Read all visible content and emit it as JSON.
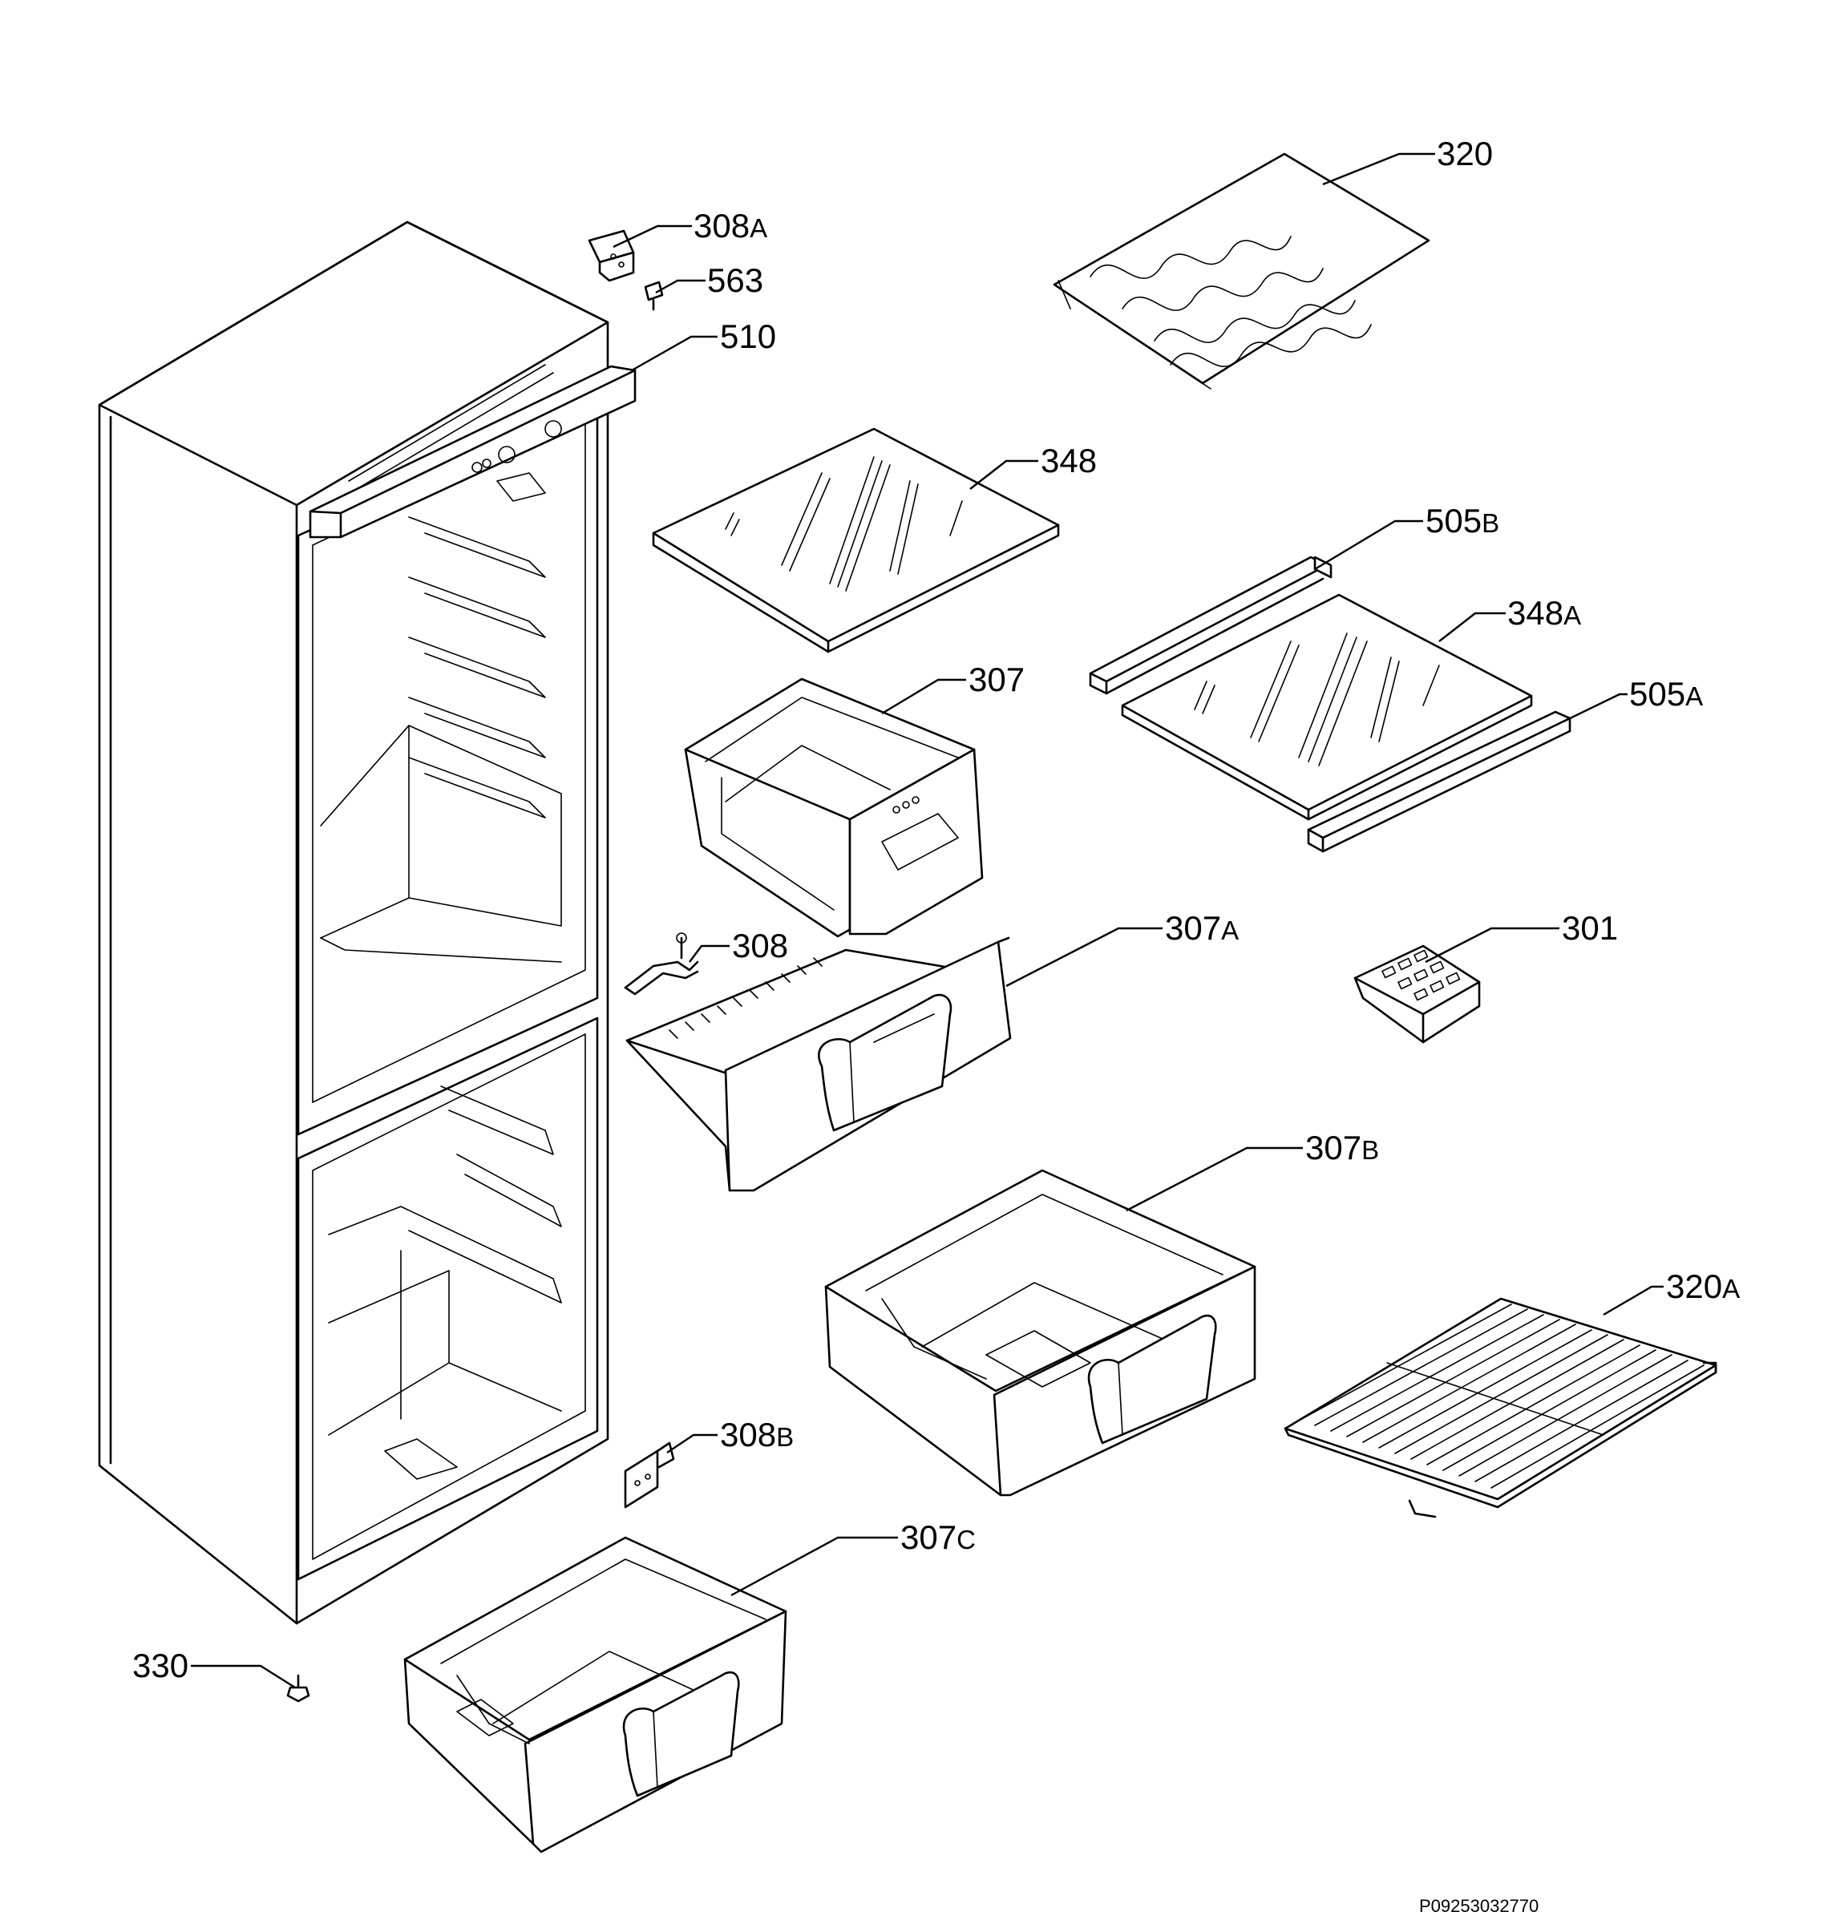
{
  "diagram": {
    "reference_code": "P09253032770",
    "labels": {
      "308A": {
        "num": "308",
        "suffix": "A"
      },
      "563": {
        "num": "563",
        "suffix": ""
      },
      "510": {
        "num": "510",
        "suffix": ""
      },
      "320": {
        "num": "320",
        "suffix": ""
      },
      "348": {
        "num": "348",
        "suffix": ""
      },
      "505B": {
        "num": "505",
        "suffix": "B"
      },
      "348A": {
        "num": "348",
        "suffix": "A"
      },
      "505A": {
        "num": "505",
        "suffix": "A"
      },
      "307": {
        "num": "307",
        "suffix": ""
      },
      "308": {
        "num": "308",
        "suffix": ""
      },
      "307A": {
        "num": "307",
        "suffix": "A"
      },
      "301": {
        "num": "301",
        "suffix": ""
      },
      "307B": {
        "num": "307",
        "suffix": "B"
      },
      "320A": {
        "num": "320",
        "suffix": "A"
      },
      "308B": {
        "num": "308",
        "suffix": "B"
      },
      "307C": {
        "num": "307",
        "suffix": "C"
      },
      "330": {
        "num": "330",
        "suffix": ""
      }
    }
  }
}
